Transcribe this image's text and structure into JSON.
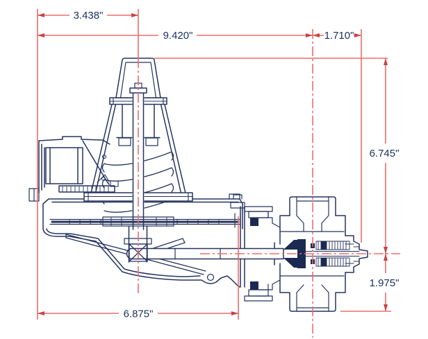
{
  "figure": {
    "kind": "engineering-cross-section-drawing",
    "dimensions": {
      "top_width_small": {
        "label": "3.438\""
      },
      "top_width_large": {
        "label": "9.420\""
      },
      "top_width_right": {
        "label": "1.710\""
      },
      "right_height_upper": {
        "label": "6.745\""
      },
      "right_height_lower": {
        "label": "1.975\""
      },
      "bottom_width": {
        "label": "6.875\""
      }
    }
  },
  "colors": {
    "dimension_line": "#ef6b6b",
    "arrow": "#c94242",
    "drawing_line": "#25335e",
    "dark_fill": "#1b2a52",
    "label_text": "#1d3160",
    "background": "#ffffff"
  }
}
